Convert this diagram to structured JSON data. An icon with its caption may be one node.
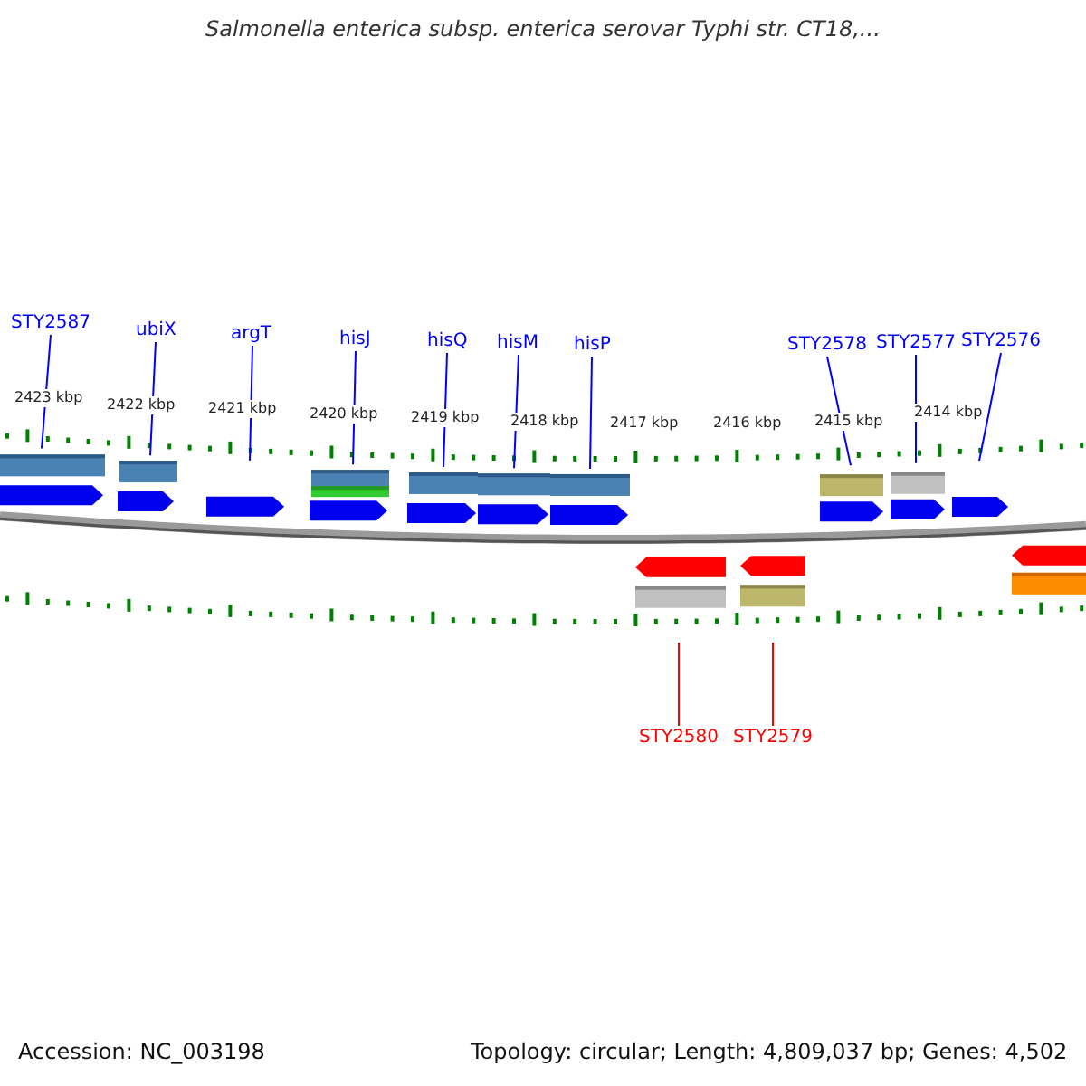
{
  "diagram": {
    "title": "Salmonella enterica subsp. enterica serovar Typhi str. CT18,...",
    "nodes": [
      {
        "text": [
          "STY2587"
        ]
      },
      {
        "text": [
          "ubiX"
        ]
      },
      {
        "text": [
          "argT"
        ]
      },
      {
        "text": [
          "hisJ"
        ]
      },
      {
        "text": [
          "hisQ"
        ]
      },
      {
        "text": [
          "hisM"
        ]
      },
      {
        "text": [
          "hisP"
        ]
      },
      {
        "text": [
          "STY2578"
        ]
      },
      {
        "text": [
          "STY2577"
        ]
      },
      {
        "text": [
          "STY2576"
        ]
      },
      {
        "text": [
          "STY2580"
        ]
      },
      {
        "text": [
          "STY2579"
        ]
      }
    ],
    "edges": [
      {
        "from": 0,
        "to": null,
        "arrow": "none"
      },
      {
        "from": 1,
        "to": null,
        "arrow": "none"
      },
      {
        "from": 2,
        "to": null,
        "arrow": "none"
      },
      {
        "from": 3,
        "to": null,
        "arrow": "none"
      },
      {
        "from": 4,
        "to": null,
        "arrow": "none"
      },
      {
        "from": 5,
        "to": null,
        "arrow": "none"
      },
      {
        "from": 6,
        "to": null,
        "arrow": "none"
      },
      {
        "from": 7,
        "to": null,
        "arrow": "none"
      },
      {
        "from": 8,
        "to": null,
        "arrow": "none"
      },
      {
        "from": 9,
        "to": null,
        "arrow": "none"
      },
      {
        "from": 10,
        "to": null,
        "arrow": "none",
        "color": "#ff0000"
      },
      {
        "from": 11,
        "to": null,
        "arrow": "none",
        "color": "#ff0000"
      }
    ],
    "labels": [
      "2423 kbp",
      "2422 kbp",
      "2421 kbp",
      "2420 kbp",
      "2419 kbp",
      "2418 kbp",
      "2417 kbp",
      "2416 kbp",
      "2415 kbp",
      "2414 kbp",
      "Accession: NC_003198",
      "Topology: circular; Length: 4,809,037 bp; Genes: 4,502"
    ]
  }
}
